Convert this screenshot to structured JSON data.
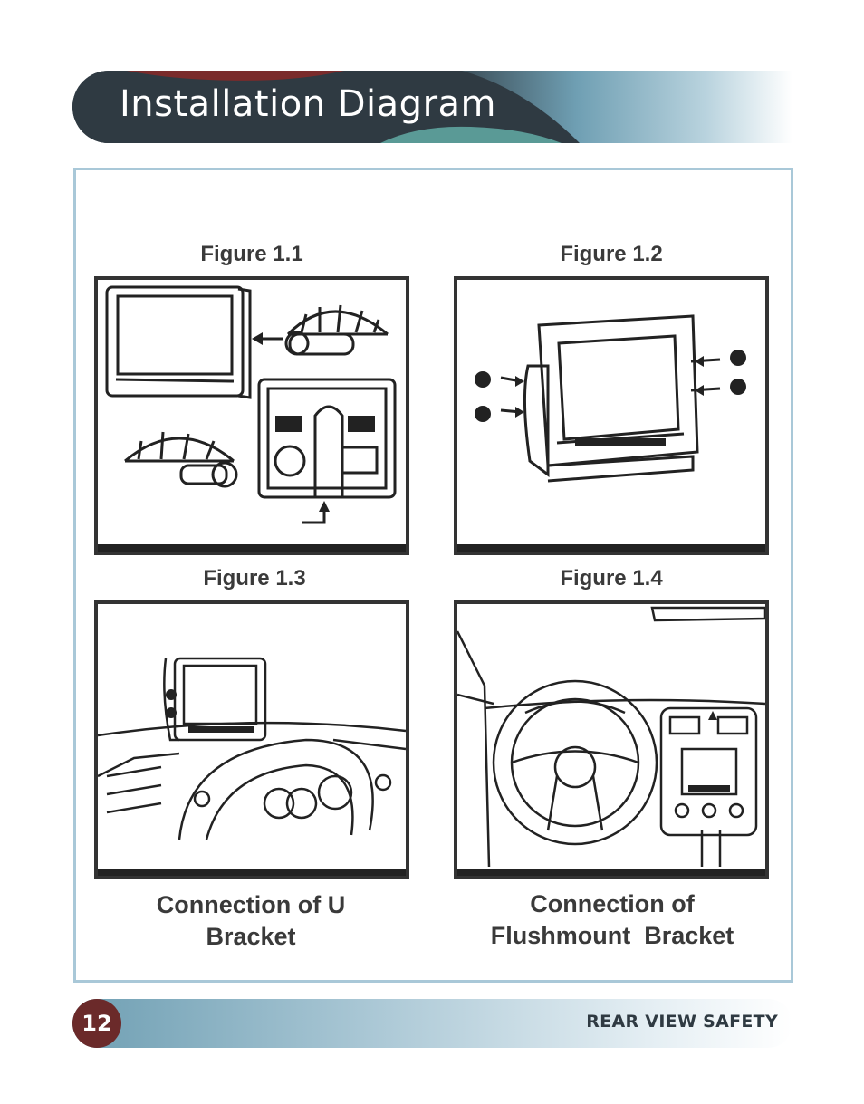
{
  "header": {
    "title": "Installation Diagram"
  },
  "figures": [
    {
      "label": "Figure 1.1"
    },
    {
      "label": "Figure 1.2"
    },
    {
      "label": "Figure 1.3"
    },
    {
      "label": "Figure 1.4"
    }
  ],
  "captions": {
    "left_line1": "Connection of U",
    "left_line2": "Bracket",
    "right_line1": "Connection of",
    "right_line2": "Flushmount  Bracket"
  },
  "footer": {
    "page_number": "12",
    "brand": "REAR VIEW SAFETY"
  },
  "colors": {
    "header_dark": "#2f3a42",
    "accent_red": "#7a2b2b",
    "accent_teal": "#5a9a96",
    "frame_border": "#a9c8d8"
  }
}
